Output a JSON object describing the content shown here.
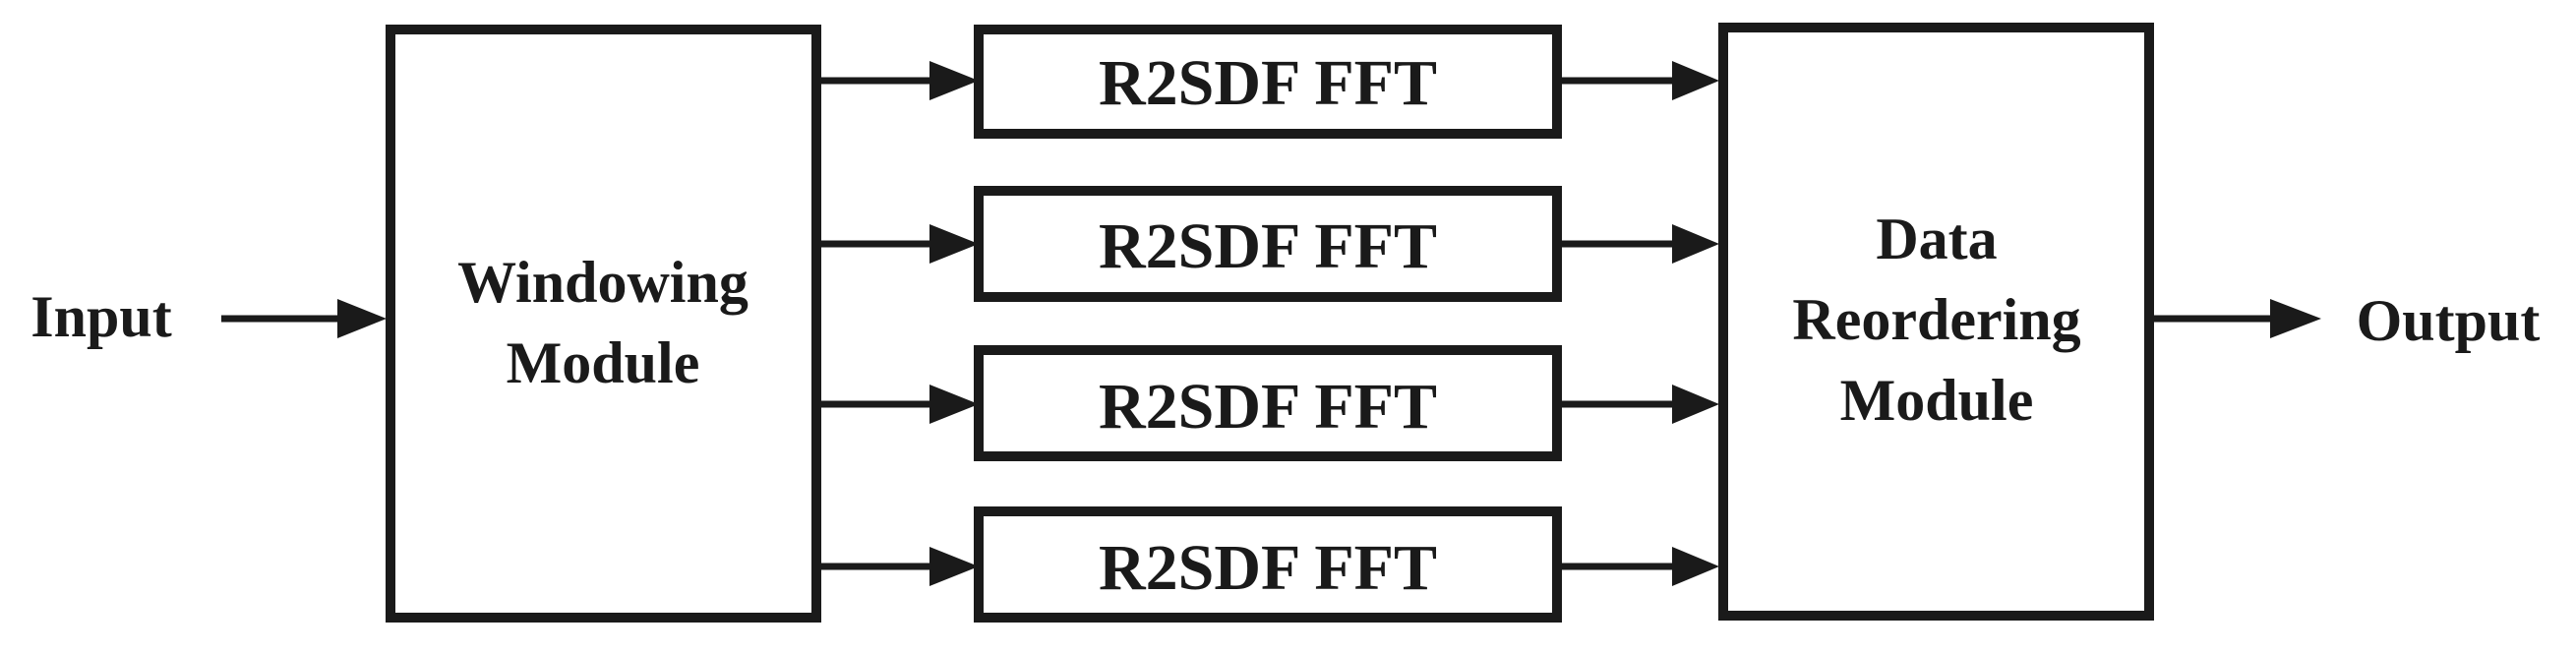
{
  "labels": {
    "input": "Input",
    "output": "Output",
    "windowing": [
      "Windowing",
      "Module"
    ],
    "reorder": [
      "Data",
      "Reordering",
      "Module"
    ],
    "fft": [
      "R2SDF FFT",
      "R2SDF FFT",
      "R2SDF FFT",
      "R2SDF FFT"
    ]
  },
  "colors": {
    "ink": "#1a1a1a",
    "background": "#ffffff"
  }
}
